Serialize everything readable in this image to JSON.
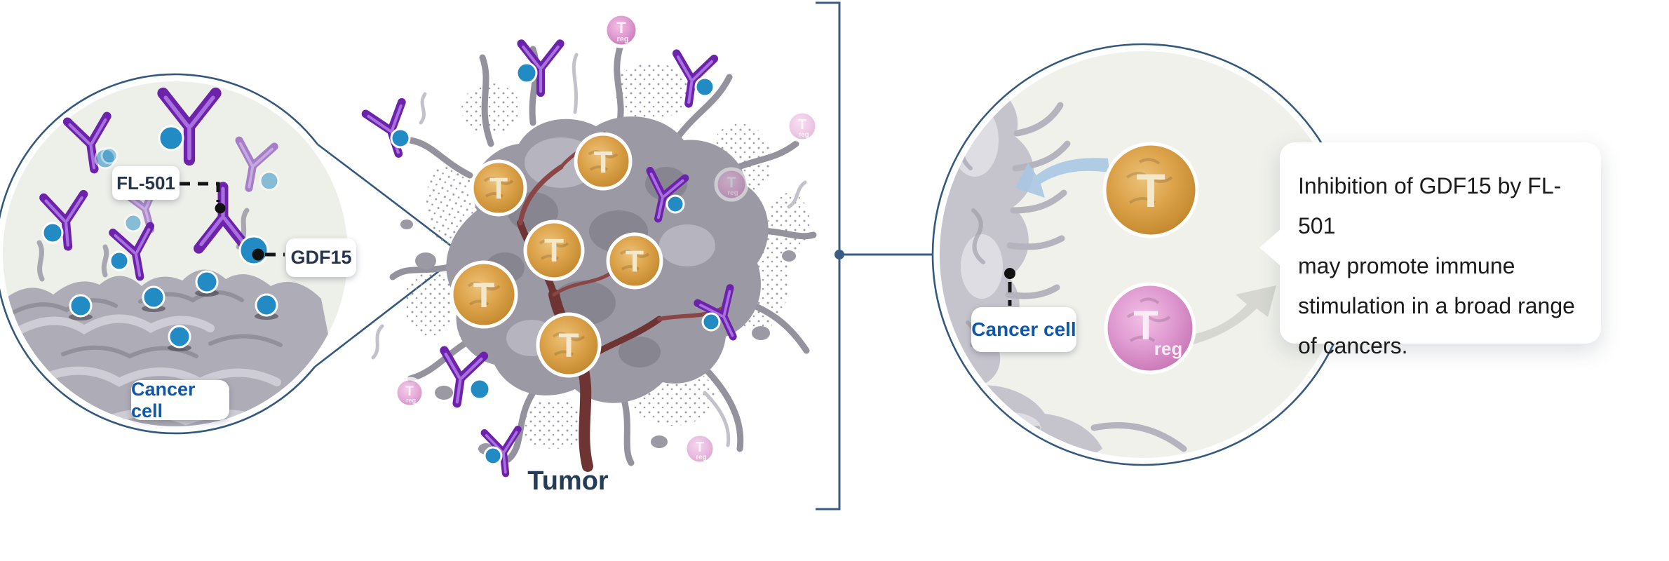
{
  "figure": {
    "left_magnifier": {
      "fl501_label": "FL-501",
      "gdf15_label": "GDF15",
      "cancer_cell_label": "Cancer cell"
    },
    "tumor_section": {
      "tumor_label": "Tumor"
    },
    "cells": {
      "t": "T",
      "reg": "reg"
    },
    "right_panel": {
      "cancer_cell_label": "Cancer cell",
      "callout_lines": [
        "Inhibition of GDF15 by FL-501",
        "may promote immune",
        "stimulation in a broad range",
        "of cancers."
      ]
    },
    "colors": {
      "label_blue": "#1157a8",
      "label_navy": "#26344c",
      "outline_navy": "#35587e",
      "antibody_purple": "#6d22ab",
      "gdf15_blue": "#238bc3",
      "tcell_orange": "#dda44c",
      "treg_pink": "#e09cd2",
      "tumor_gray": "#9b99a4",
      "vessel_red": "#6e3434"
    }
  }
}
